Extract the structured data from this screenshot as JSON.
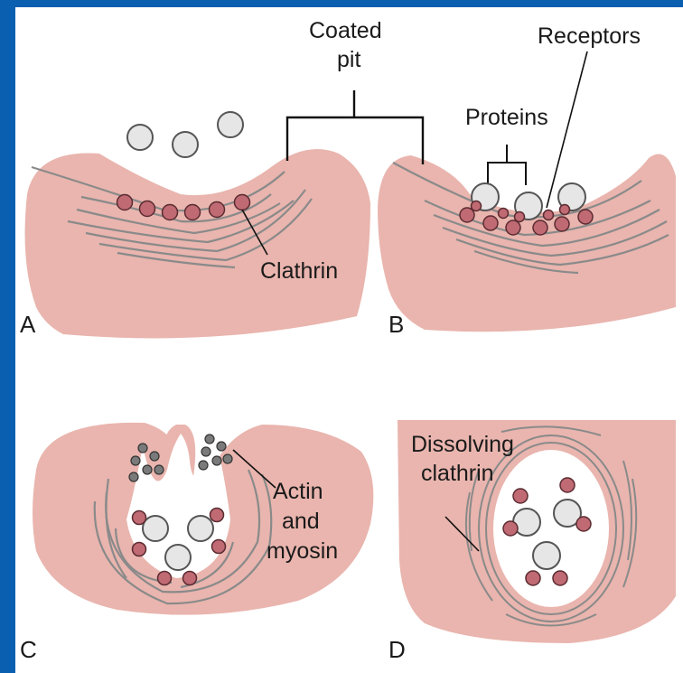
{
  "colors": {
    "frame": "#0a5fb0",
    "panel": "#ffffff",
    "cell": "#e9b5ae",
    "membrane": "#8a8a8a",
    "particle_fill": "#e6e6e6",
    "particle_stroke": "#555555",
    "clathrin_fill": "#c06a74",
    "clathrin_stroke": "#5a2b30",
    "actin_fill": "#7a7a7a",
    "line": "#111111"
  },
  "labels": {
    "coated_pit_line1": "Coated",
    "coated_pit_line2": "pit",
    "receptors": "Receptors",
    "proteins": "Proteins",
    "clathrin": "Clathrin",
    "actin_line1": "Actin",
    "actin_line2": "and",
    "actin_line3": "myosin",
    "dissolving_line1": "Dissolving",
    "dissolving_line2": "clathrin"
  },
  "panels": {
    "a": "A",
    "b": "B",
    "c": "C",
    "d": "D"
  }
}
